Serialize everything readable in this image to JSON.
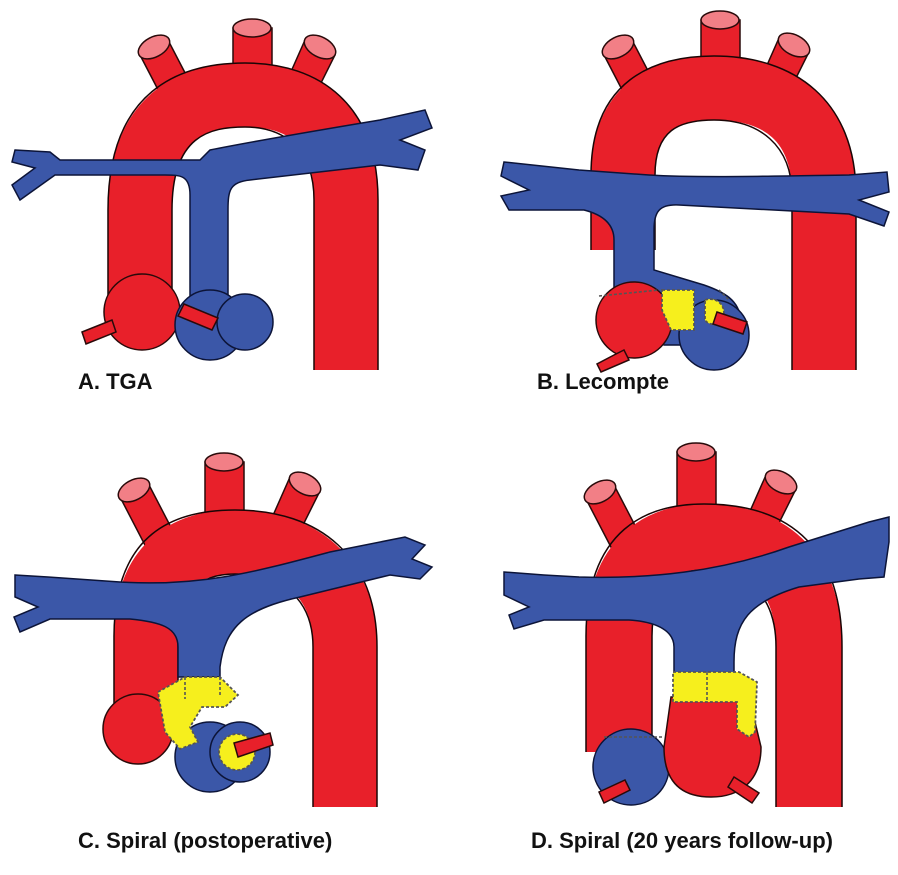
{
  "panels": [
    {
      "id": "A",
      "caption": "A. TGA"
    },
    {
      "id": "B",
      "caption": "B. Lecompte"
    },
    {
      "id": "C",
      "caption": "C. Spiral (postoperative)"
    },
    {
      "id": "D",
      "caption": "D. Spiral (20 years follow-up)"
    }
  ],
  "colors": {
    "aorta": "#e8202a",
    "pulmonary_artery": "#3b57a8",
    "vessel_opening": "#f27f86",
    "patch": "#f6ef1d"
  }
}
